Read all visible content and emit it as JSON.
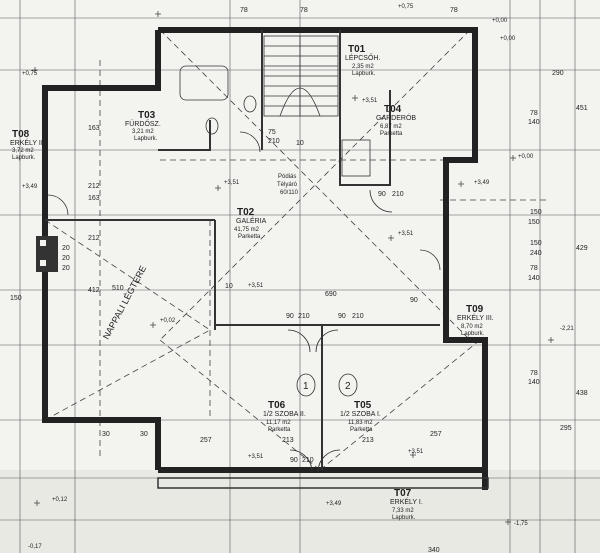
{
  "rooms": [
    {
      "code": "T01",
      "name": "LÉPCSŐH.",
      "area": "2,35 m2",
      "floor": "Lapburk."
    },
    {
      "code": "T02",
      "name": "GALÉRIA",
      "area": "41,75 m2",
      "floor": "Parketta"
    },
    {
      "code": "T03",
      "name": "FÜRDŐSZ.",
      "area": "3,21 m2",
      "floor": "Lapburk."
    },
    {
      "code": "T04",
      "name": "GARDERÓB",
      "area": "6,87 m2",
      "floor": "Parketta"
    },
    {
      "code": "T05",
      "name": "1/2 SZOBA I.",
      "area": "11,83 m2",
      "floor": "Parketta"
    },
    {
      "code": "T06",
      "name": "1/2 SZOBA II.",
      "area": "11,17 m2",
      "floor": "Parketta"
    },
    {
      "code": "T07",
      "name": "ERKÉLY I.",
      "area": "7,33 m2",
      "floor": "Lapburk."
    },
    {
      "code": "T08",
      "name": "ERKÉLY II.",
      "area": "3,72 m2",
      "floor": "Lapburk."
    },
    {
      "code": "T09",
      "name": "ERKÉLY III.",
      "area": "8,70 m2",
      "floor": "Lapburk."
    }
  ],
  "labels": {
    "podium": "Pódiás",
    "podium_sub": "Télyáró",
    "podium_dim": "60/110",
    "void": "NAPPALI LÉGTERE",
    "circle1": "1",
    "circle2": "2"
  },
  "elevations": [
    "+0,75",
    "+0,75",
    "+0,00",
    "+3,51",
    "+3,51",
    "+3,51",
    "+3,51",
    "+3,51",
    "+3,51",
    "+3,49",
    "+3,49",
    "+3,49",
    "+0,00",
    "+0,00",
    "+0,02",
    "+0,12",
    "-0,17",
    "-1,75",
    "-2,21"
  ],
  "dimensions": [
    "78",
    "78",
    "290",
    "451",
    "78",
    "140",
    "163",
    "212",
    "78",
    "140",
    "163",
    "212",
    "150",
    "510",
    "412",
    "690",
    "90",
    "210",
    "90",
    "210",
    "75",
    "210",
    "90",
    "210",
    "90",
    "210",
    "257",
    "213",
    "213",
    "257",
    "30",
    "30",
    "150",
    "240",
    "150",
    "429",
    "78",
    "140",
    "438",
    "295",
    "340",
    "20",
    "20",
    "20",
    "10",
    "10",
    "90",
    "150",
    "78"
  ]
}
